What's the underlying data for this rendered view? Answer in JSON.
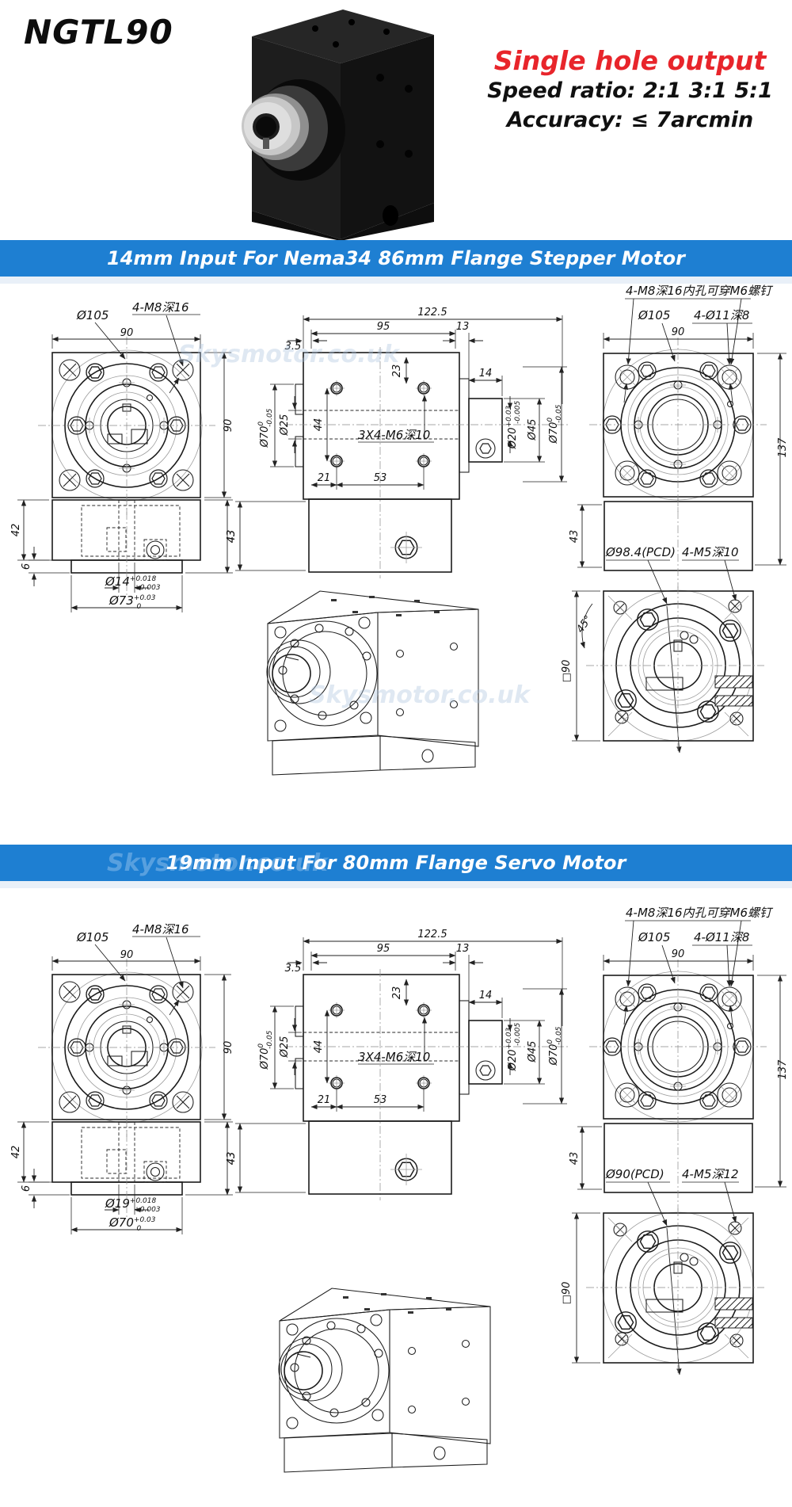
{
  "header": {
    "model": "NGTL90",
    "tagline": "Single hole output",
    "speed_ratio": "Speed ratio: 2:1  3:1  5:1",
    "accuracy": "Accuracy: ≤ 7arcmin"
  },
  "banners": [
    {
      "label": "14mm Input For Nema34 86mm Flange Stepper Motor"
    },
    {
      "label": "19mm Input For 80mm Flange Servo Motor"
    }
  ],
  "watermark": "Skysmotor.co.uk",
  "colors": {
    "banner": "#1e7fd2",
    "red": "#e8252b",
    "ink": "#1c1c1c"
  },
  "sections": [
    {
      "front": {
        "pcd_label": "Ø105",
        "tap_label": "4-M8深16",
        "width": "90",
        "height": "90"
      },
      "bottom": {
        "h_upper": "42",
        "h_lip": "6",
        "h_right": "43",
        "bore": "Ø14",
        "bore_up": "+0.018",
        "bore_dn": "+0.003",
        "spigot": "Ø73",
        "spigot_up": "+0.03",
        "spigot_dn": "0"
      },
      "side": {
        "len_total": "122.5",
        "len_body": "95",
        "off_left": "3.5",
        "off_right": "13",
        "hole_top": "23",
        "hole_span": "44",
        "flange_d": "Ø70",
        "flange_up": "0",
        "flange_dn": "-0.05",
        "pilot_d": "Ø25",
        "taps": "3X4-M6深10",
        "foot_a": "21",
        "foot_b": "53",
        "shaft_len": "14",
        "shaft_d": "Ø20",
        "shaft_up": "+0.03",
        "shaft_dn": "-0.005",
        "hub_d": "Ø45",
        "out_d": "Ø70",
        "out_up": "0",
        "out_dn": "-0.05",
        "base_h": "43"
      },
      "rear": {
        "note": "4-M8深16内孔可穿M6螺钉",
        "pcd_label": "Ø105",
        "cbore": "4-Ø11深8",
        "width": "90",
        "height": "137"
      },
      "base": {
        "h": "43",
        "pcd": "Ø98.4(PCD)",
        "taps": "4-M5深10",
        "angle": "45°",
        "square": "□90"
      }
    },
    {
      "front": {
        "pcd_label": "Ø105",
        "tap_label": "4-M8深16",
        "width": "90",
        "height": "90"
      },
      "bottom": {
        "h_upper": "42",
        "h_lip": "6",
        "h_right": "43",
        "bore": "Ø19",
        "bore_up": "+0.018",
        "bore_dn": "+0.003",
        "spigot": "Ø70",
        "spigot_up": "+0.03",
        "spigot_dn": "0"
      },
      "side": {
        "len_total": "122.5",
        "len_body": "95",
        "off_left": "3.5",
        "off_right": "13",
        "hole_top": "23",
        "hole_span": "44",
        "flange_d": "Ø70",
        "flange_up": "0",
        "flange_dn": "-0.05",
        "pilot_d": "Ø25",
        "taps": "3X4-M6深10",
        "foot_a": "21",
        "foot_b": "53",
        "shaft_len": "14",
        "shaft_d": "Ø20",
        "shaft_up": "+0.03",
        "shaft_dn": "-0.005",
        "hub_d": "Ø45",
        "out_d": "Ø70",
        "out_up": "0",
        "out_dn": "-0.05",
        "base_h": "43"
      },
      "rear": {
        "note": "4-M8深16内孔可穿M6螺钉",
        "pcd_label": "Ø105",
        "cbore": "4-Ø11深8",
        "width": "90",
        "height": "137"
      },
      "base": {
        "h": "43",
        "pcd": "Ø90(PCD)",
        "taps": "4-M5深12",
        "square": "□90"
      }
    }
  ]
}
